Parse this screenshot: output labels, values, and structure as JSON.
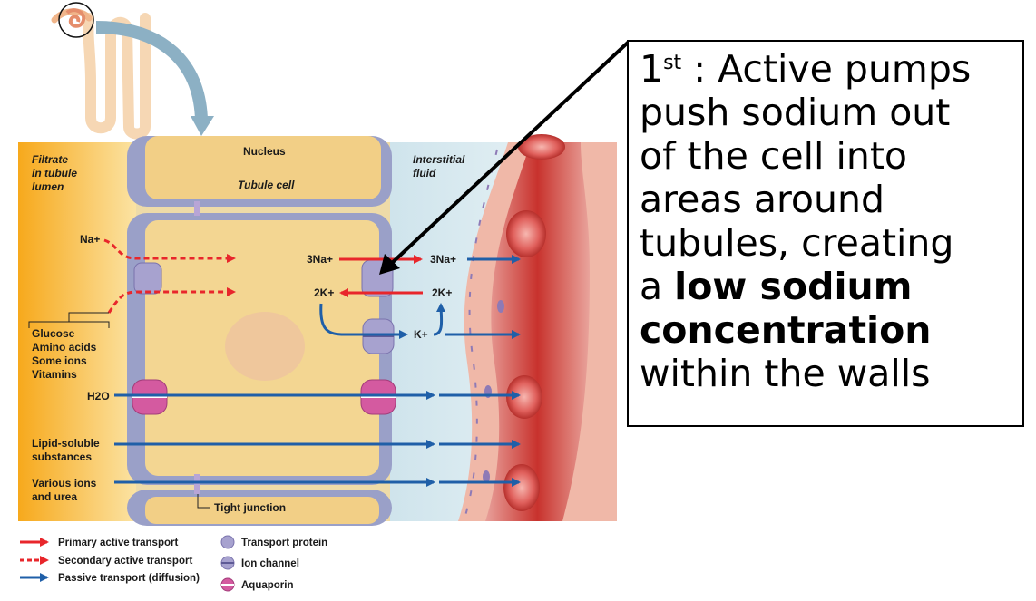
{
  "labels": {
    "filtrate": [
      "Filtrate",
      "in tubule",
      "lumen"
    ],
    "nucleus": "Nucleus",
    "tubule_cell": "Tubule cell",
    "interstitial": [
      "Interstitial",
      "fluid"
    ],
    "na_in": "Na+",
    "na3_left": "3Na+",
    "na3_right": "3Na+",
    "k2_left": "2K+",
    "k2_right": "2K+",
    "k_out": "K+",
    "solutes": [
      "Glucose",
      "Amino acids",
      "Some ions",
      "Vitamins"
    ],
    "h2o": "H2O",
    "lipid": [
      "Lipid-soluble",
      "substances"
    ],
    "various": [
      "Various ions",
      "and urea"
    ],
    "tight_junction": "Tight junction"
  },
  "legend": {
    "primary": "Primary active transport",
    "secondary": "Secondary active transport",
    "passive": "Passive transport (diffusion)",
    "transport_protein": "Transport protein",
    "ion_channel": "Ion channel",
    "aquaporin": "Aquaporin"
  },
  "callout": {
    "first": "1",
    "sup": "st",
    "line1": " : Active pumps",
    "line2": "push sodium out",
    "line3": "of the cell into",
    "line4": "areas around",
    "line5": "tubules, creating",
    "line6_pre": "a ",
    "line6_bold": "low sodium",
    "line7_bold": "concentration",
    "line8": "within the walls"
  },
  "colors": {
    "primary_red": "#e8262b",
    "passive_blue": "#1f5fa8",
    "cell_tan": "#f3d79a",
    "lumen_yellow": "#f9b428",
    "membrane": "#8e93c4",
    "aquaporin": "#d45aa0"
  }
}
